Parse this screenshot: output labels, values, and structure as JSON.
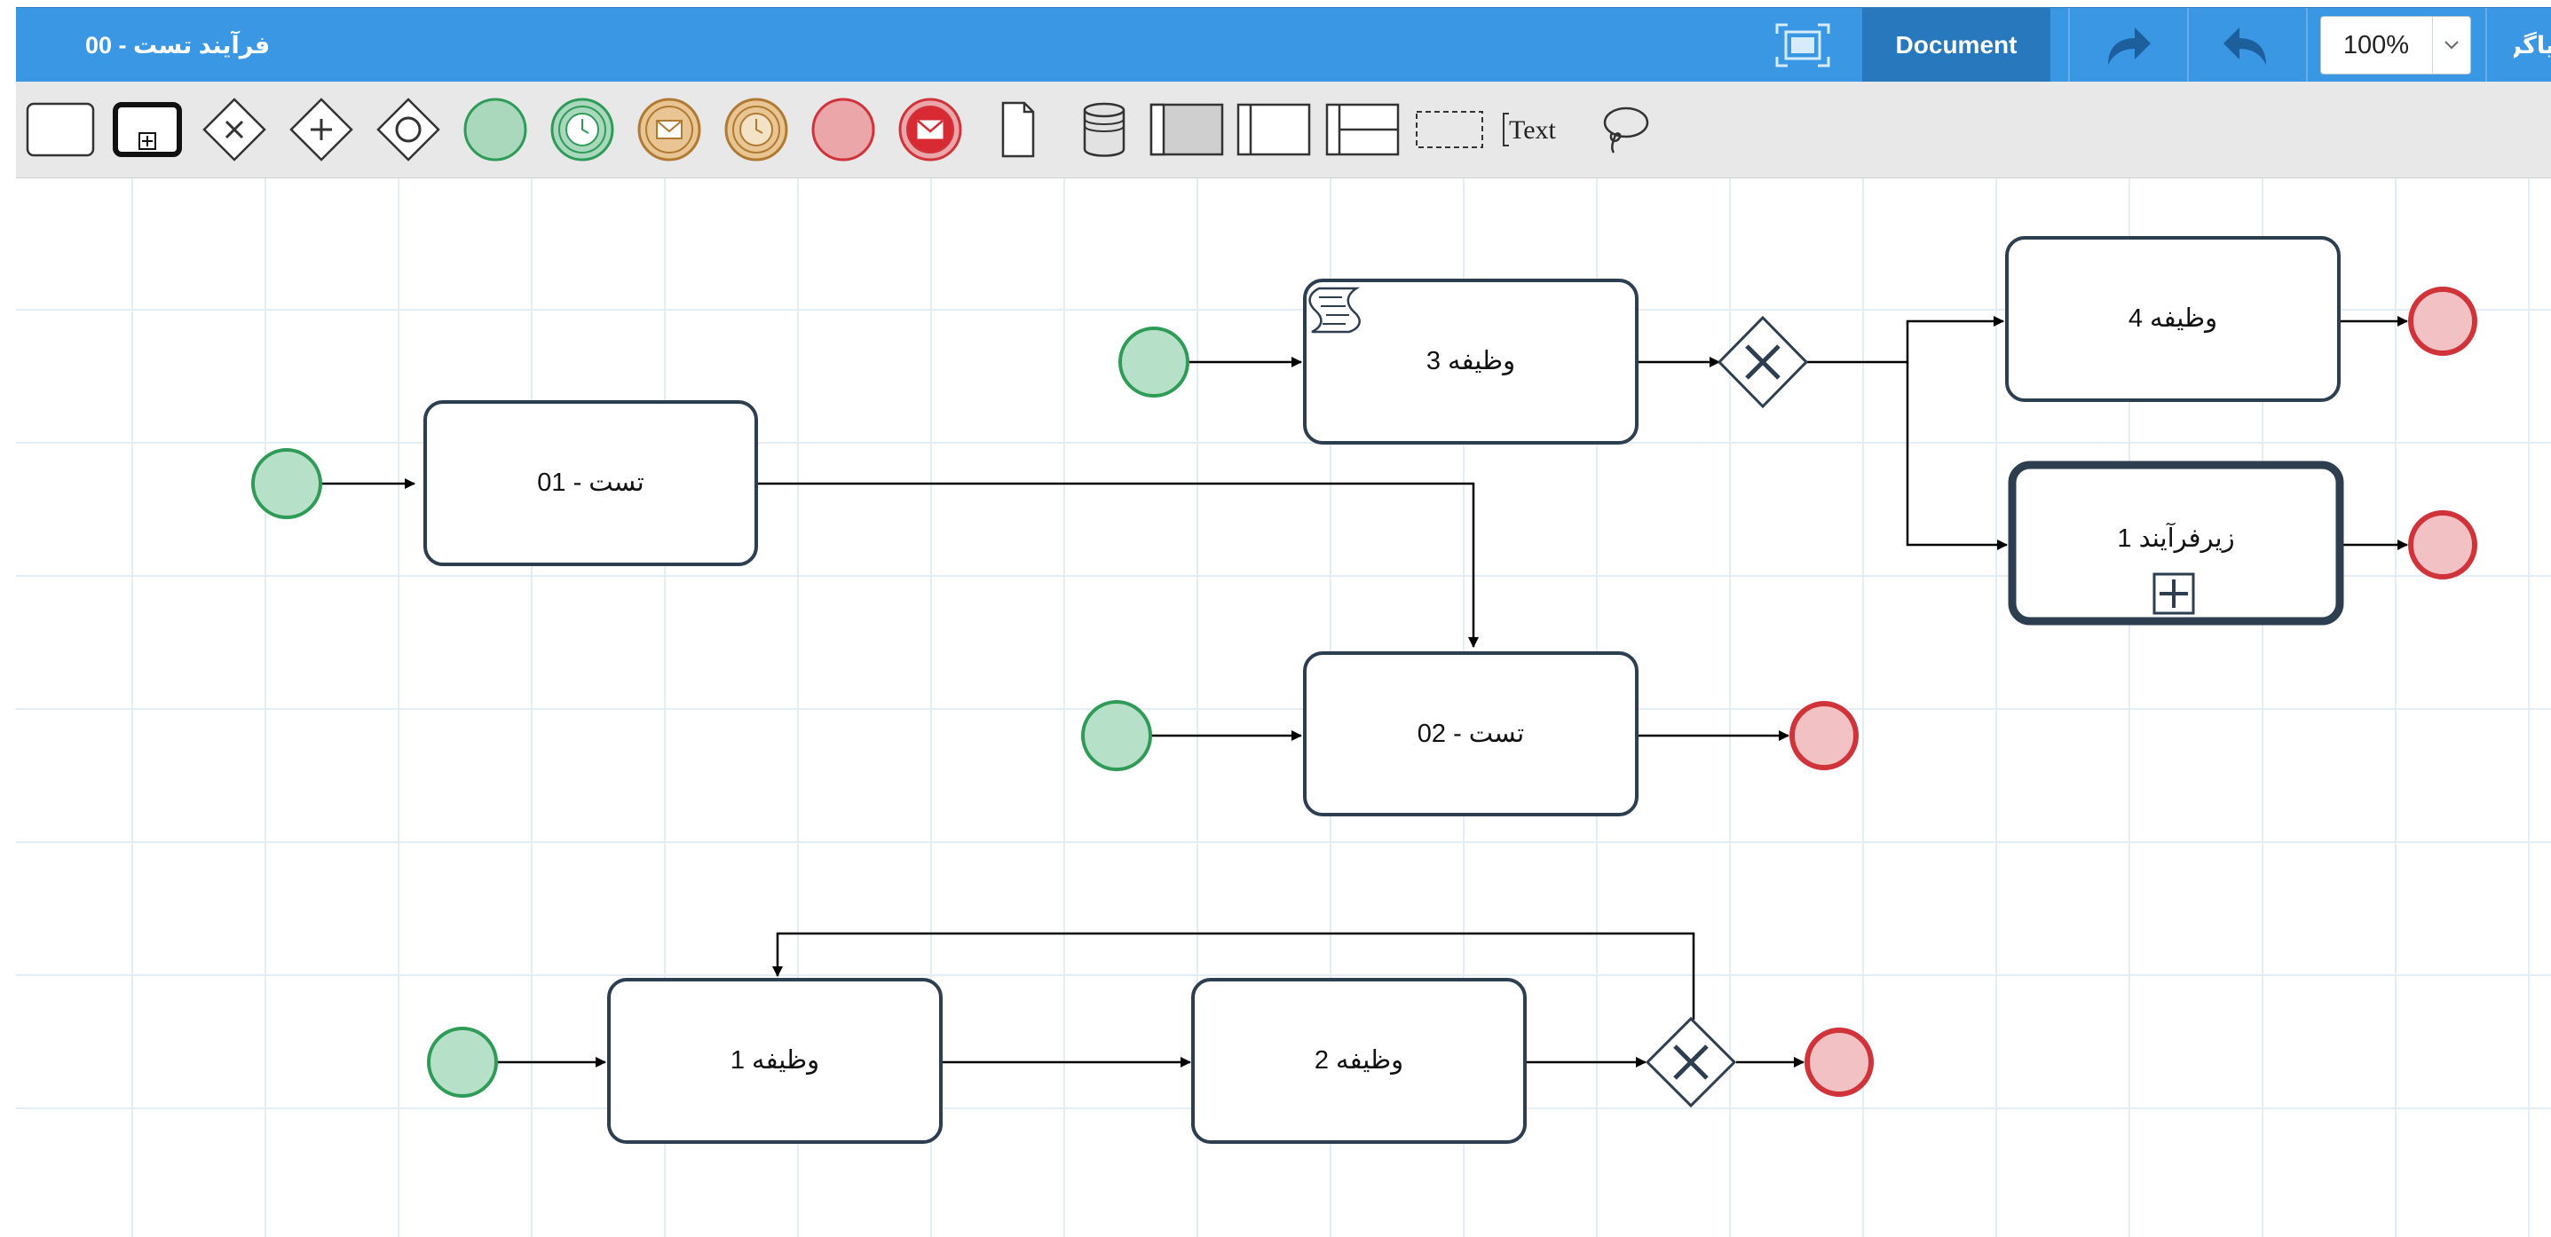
{
  "window": {
    "title": "فرآیند تست - 00",
    "document_label": "Document",
    "zoom": "100%",
    "diagram_label": "دیاگرام"
  },
  "toolbar": {
    "text_tool_label": "Text"
  },
  "icons": {
    "fit": "fit-page-icon",
    "redo": "redo-icon",
    "undo": "undo-icon",
    "zoom_dropdown": "chevron-down-icon"
  },
  "colors": {
    "header": "#3a97e4",
    "document_button": "#2878bd",
    "start_event_fill": "#b7e0c8",
    "start_event_stroke": "#2e9b57",
    "end_event_fill": "#f1c1c3",
    "end_event_stroke": "#d0343a",
    "task_stroke": "#2c3e50"
  },
  "diagram": {
    "tasks": {
      "test01": "تست - 01",
      "test02": "تست - 02",
      "task1": "وظیفه 1",
      "task2": "وظیفه 2",
      "task3": "وظیفه 3",
      "task4": "وظیفه 4",
      "subprocess1": "زیرفرآیند 1"
    }
  }
}
